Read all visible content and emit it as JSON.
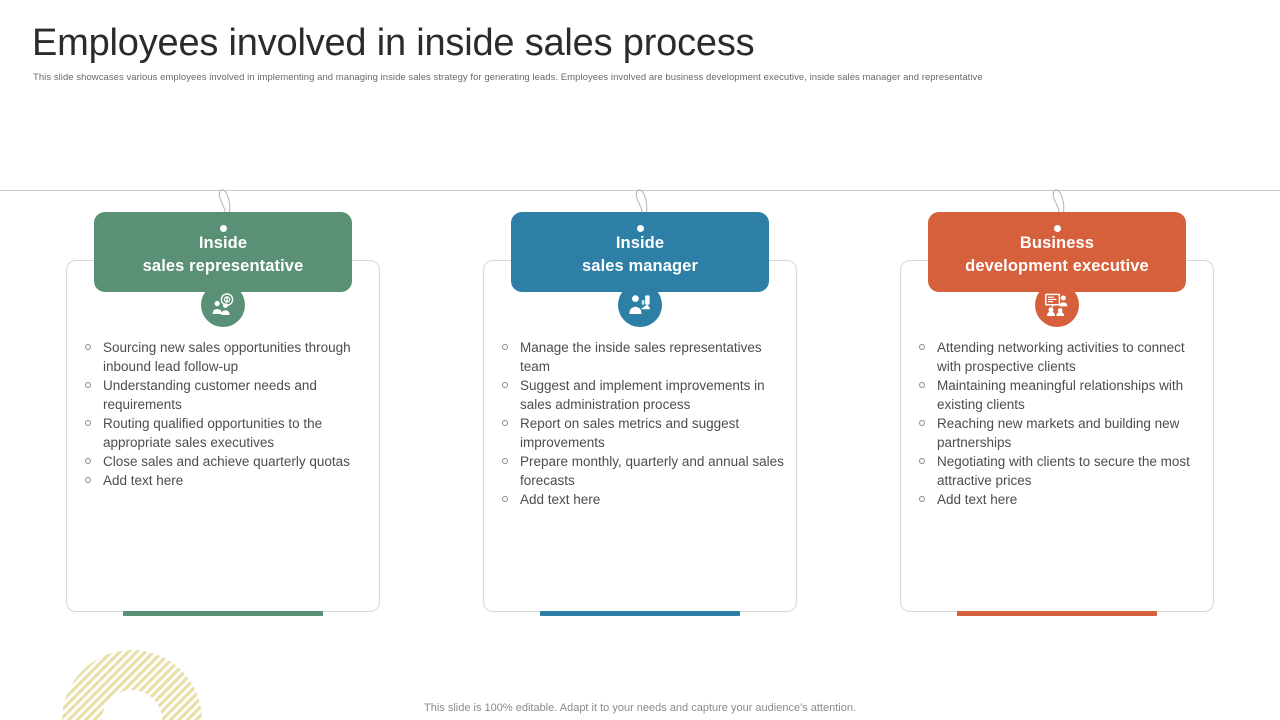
{
  "slide": {
    "title": "Employees involved in inside sales process",
    "subtitle": "This slide showcases various employees involved in implementing and managing inside sales strategy for generating leads. Employees involved are business development executive, inside sales manager and representative",
    "footer_note": "This slide is 100% editable. Adapt it to your needs and capture your audience's attention."
  },
  "theme": {
    "green": "#5a9176",
    "blue": "#2e7fa5",
    "orange": "#d6603c",
    "divider": "#c9c9c9",
    "card_border": "#d8d8d8",
    "body_text": "#4d4d4d",
    "arch_stripe": "#e8e0a8"
  },
  "cards": [
    {
      "title": "Inside\nsales representative",
      "color": "#5a9176",
      "icon": "people-money-target-icon",
      "bullets": [
        "Sourcing new sales opportunities through inbound lead follow-up",
        "Understanding customer needs and requirements",
        "Routing qualified opportunities to the appropriate sales executives",
        "Close sales and achieve quarterly quotas",
        "Add text here"
      ]
    },
    {
      "title": "Inside\nsales manager",
      "color": "#2e7fa5",
      "icon": "manager-presentation-icon",
      "bullets": [
        "Manage the inside sales representatives team",
        "Suggest and implement improvements in sales administration process",
        "Report on sales metrics and suggest improvements",
        "Prepare monthly, quarterly and annual sales forecasts",
        "Add text here"
      ]
    },
    {
      "title": "Business\ndevelopment executive",
      "color": "#d6603c",
      "icon": "meeting-whiteboard-icon",
      "bullets": [
        "Attending networking activities to connect with prospective clients",
        "Maintaining meaningful relationships with existing clients",
        "Reaching new markets and building new partnerships",
        "Negotiating with clients to secure the most attractive prices",
        "Add text here"
      ]
    }
  ]
}
